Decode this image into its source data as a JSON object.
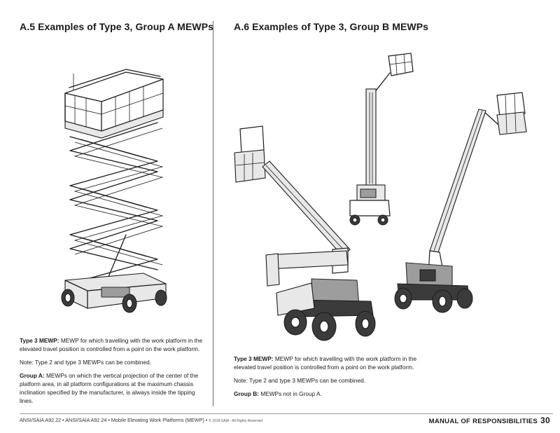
{
  "left": {
    "heading": "A.5  Examples of Type 3, Group A MEWPs",
    "type3_label": "Type 3 MEWP:",
    "type3_text": " MEWP for which travelling with the work platform in the elevated travel position is controlled from a point on the work platform.",
    "note": "Note: Type 2 and type 3 MEWPs can be combined.",
    "group_label": "Group A:",
    "group_text": " MEWPs on which the vertical projection of the center of the platform area, in all platform configurations at the maximum chassis inclination specified by the manufacturer, is always inside the tipping lines."
  },
  "right": {
    "heading": "A.6  Examples of Type 3, Group B MEWPs",
    "type3_label": "Type 3 MEWP:",
    "type3_text": " MEWP for which travelling with the work platform in the elevated travel position is controlled from a point on the work platform.",
    "note": "Note: Type 2 and type 3 MEWPs can be combined.",
    "group_label": "Group B:",
    "group_text": " MEWPs not in Group A."
  },
  "footer": {
    "standards": "ANSI/SAIA A92.22 • ANSI/SAIA A92.24 • Mobile Elevating Work Platforms (MEWP) • ",
    "copyright": "© 2018 SAIA - All Rights Reserved",
    "manual_title": "MANUAL OF RESPONSIBILITIES",
    "page_number": "30"
  },
  "illustrations": {
    "scissor_lift": "scissor-lift-icon",
    "articulating_boom": "articulating-boom-lift-icon",
    "vertical_mast": "vertical-mast-lift-icon",
    "telescopic_boom": "telescopic-boom-lift-icon"
  }
}
